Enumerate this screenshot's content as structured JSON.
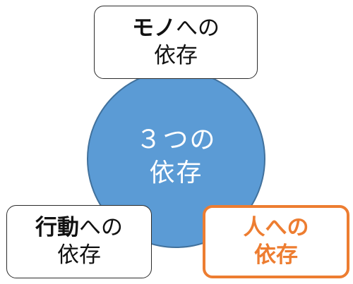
{
  "center": {
    "line1": "３つの",
    "line2": "依存"
  },
  "top_box": {
    "line1_bold": "モノ",
    "line1_rest": "への",
    "line2": "依存"
  },
  "bottom_left_box": {
    "line1_bold": "行動",
    "line1_rest": "への",
    "line2": "依存"
  },
  "bottom_right_box": {
    "line1": "人への",
    "line2": "依存"
  },
  "colors": {
    "circle_fill": "#5b9bd5",
    "accent": "#ed7d31"
  }
}
